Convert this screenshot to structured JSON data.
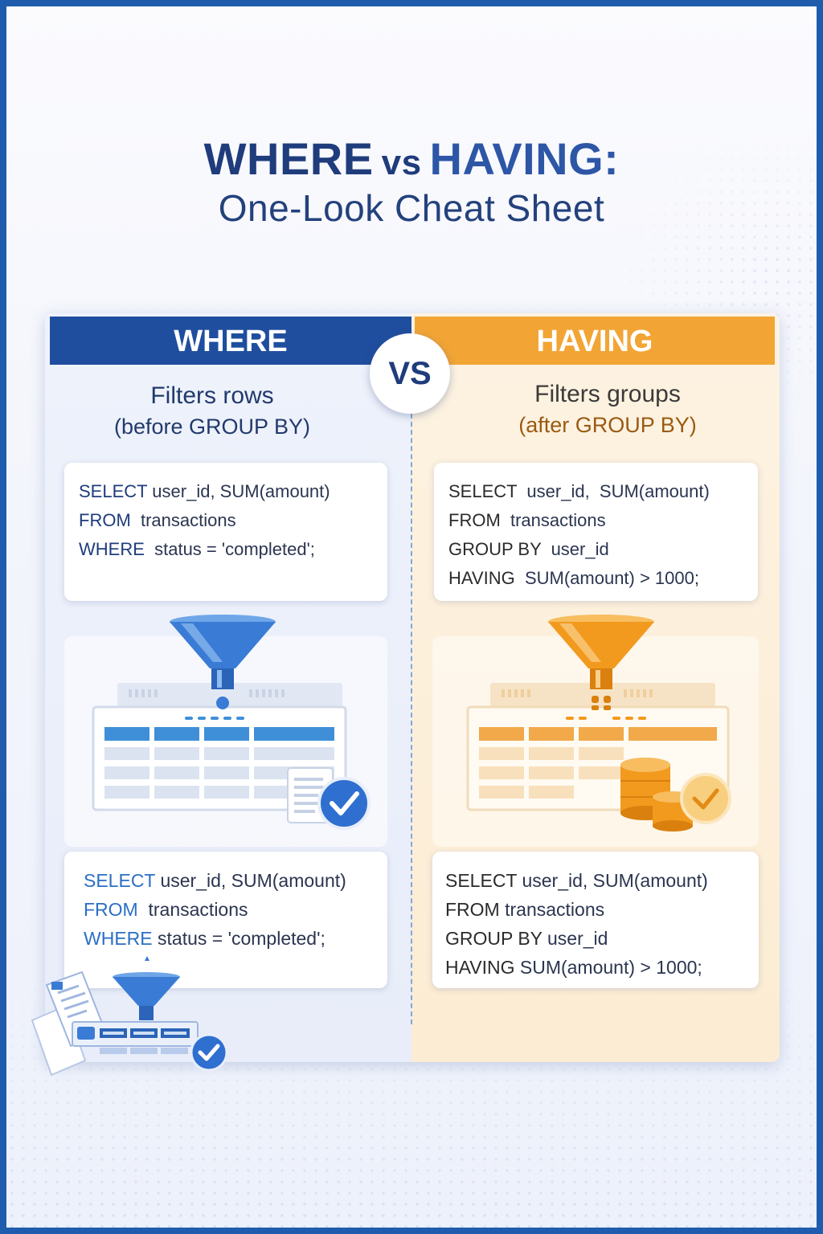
{
  "title": {
    "where": "WHERE",
    "vs": "vs",
    "having": "HAVING:",
    "subtitle": "One-Look Cheat Sheet"
  },
  "left": {
    "header": "WHERE",
    "desc_line1": "Filters rows",
    "desc_line2": "(before GROUP BY)",
    "code_top": [
      {
        "kw": "SELECT",
        "rest": " user_id, SUM(amount)"
      },
      {
        "kw": "FROM",
        "rest": "  transactions"
      },
      {
        "kw": "WHERE",
        "rest": "  status = 'completed';"
      }
    ],
    "code_bottom": [
      {
        "kw": "SELECT",
        "rest": " user_id, SUM(amount)"
      },
      {
        "kw": "FROM",
        "rest": "  transactions"
      },
      {
        "kw": "WHERE",
        "rest": " status = 'completed';"
      }
    ]
  },
  "right": {
    "header": "HAVING",
    "desc_line1": "Filters groups",
    "desc_line2": "(after GROUP BY)",
    "code_top": [
      {
        "kw": "SELECT",
        "rest": "  user_id,  SUM(amount)"
      },
      {
        "kw": "FROM",
        "rest": "  transactions"
      },
      {
        "kw": "GROUP BY",
        "rest": "  user_id"
      },
      {
        "kw": "HAVING",
        "rest": "  SUM(amount) > 1000;"
      }
    ],
    "code_bottom": [
      {
        "kw": "SELECT",
        "rest": " user_id, SUM(amount)"
      },
      {
        "kw": "FROM",
        "rest": " transactions"
      },
      {
        "kw": "GROUP BY",
        "rest": " user_id"
      },
      {
        "kw": "HAVING",
        "rest": " SUM(amount) > 1000;"
      }
    ]
  },
  "vs_badge": "VS",
  "colors": {
    "border": "#1f5cad",
    "where_blue": "#1f4e9e",
    "having_orange": "#f2a535",
    "funnel_blue": "#3a7bd5",
    "funnel_orange": "#f29a1e",
    "check_blue": "#2f6fcf"
  }
}
